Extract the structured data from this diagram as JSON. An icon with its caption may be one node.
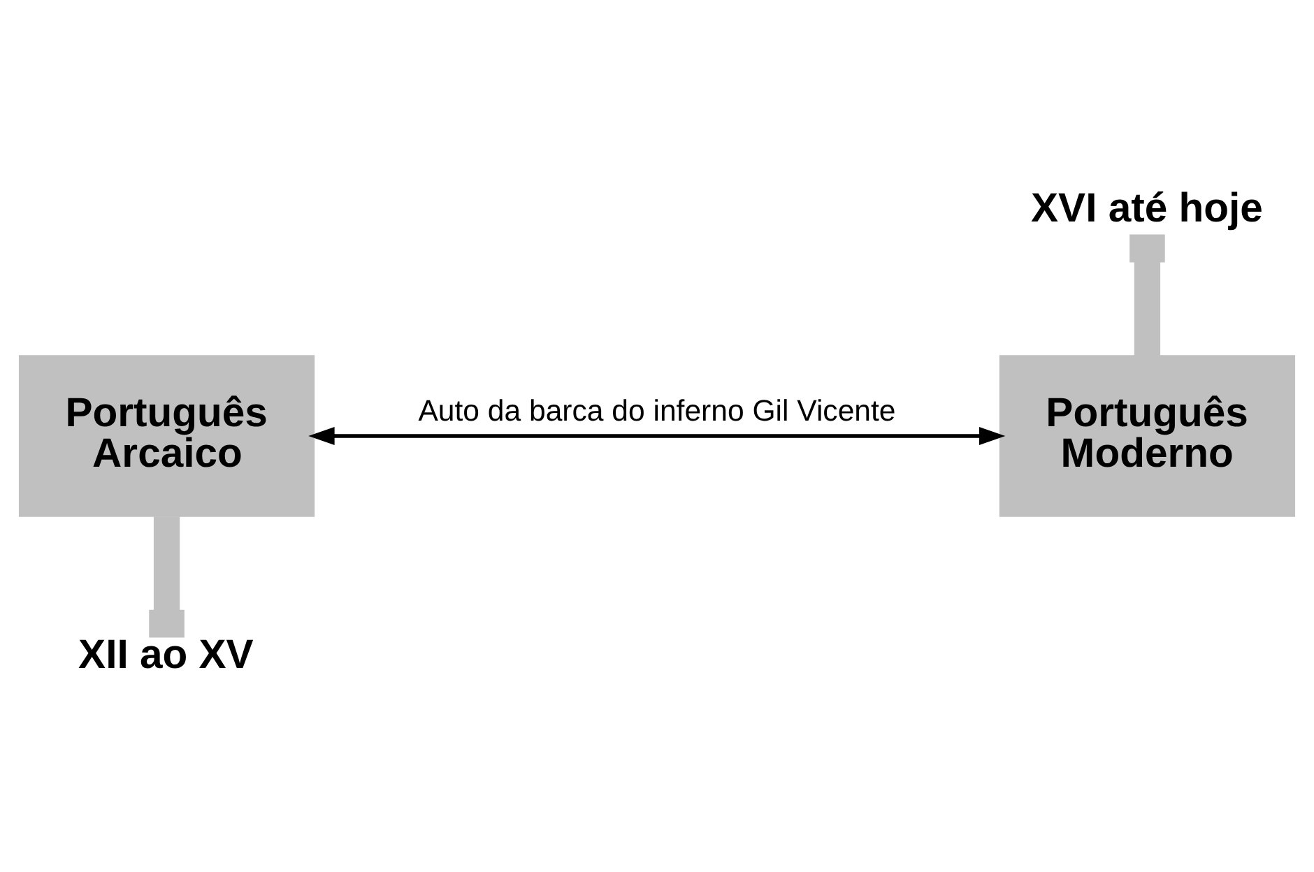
{
  "diagram": {
    "nodes": [
      {
        "text": [
          "Português Arcaico"
        ]
      },
      {
        "text": [
          "Português Moderno"
        ]
      },
      {
        "text": [
          "XII ao XV"
        ]
      },
      {
        "text": [
          "XVI até hoje"
        ]
      }
    ],
    "edges": [
      {
        "from": 0,
        "to": 1,
        "arrow": "both",
        "label": "Auto da barca do inferno Gil Vicente",
        "color": "#000000"
      },
      {
        "from": 0,
        "to": 2,
        "arrow": "other",
        "color": "#c0c0c0"
      },
      {
        "from": 1,
        "to": 3,
        "arrow": "other",
        "color": "#c0c0c0"
      }
    ]
  }
}
